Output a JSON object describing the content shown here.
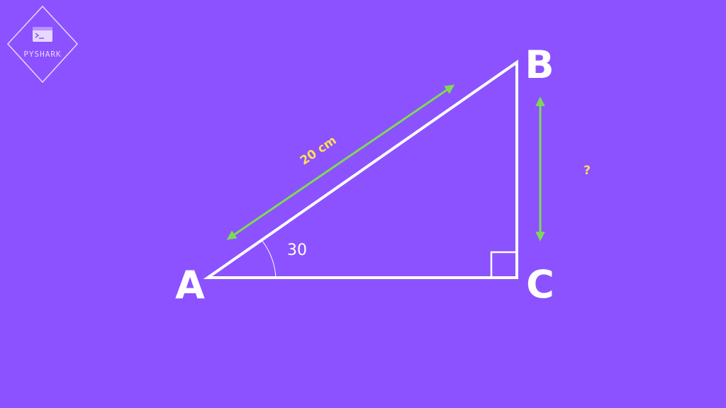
{
  "colors": {
    "background": "#8c52ff",
    "lines": "#ffffff",
    "arrows": "#7ed957",
    "measure_text": "#ffde59",
    "logo": "#e6d8ff"
  },
  "logo": {
    "text": "PYSHARK",
    "icon": "terminal-icon"
  },
  "triangle": {
    "vertices": {
      "a": "A",
      "b": "B",
      "c": "C"
    },
    "angle_a": "30",
    "hypotenuse_length": "20 cm",
    "side_bc": "?",
    "right_angle_at": "C"
  }
}
